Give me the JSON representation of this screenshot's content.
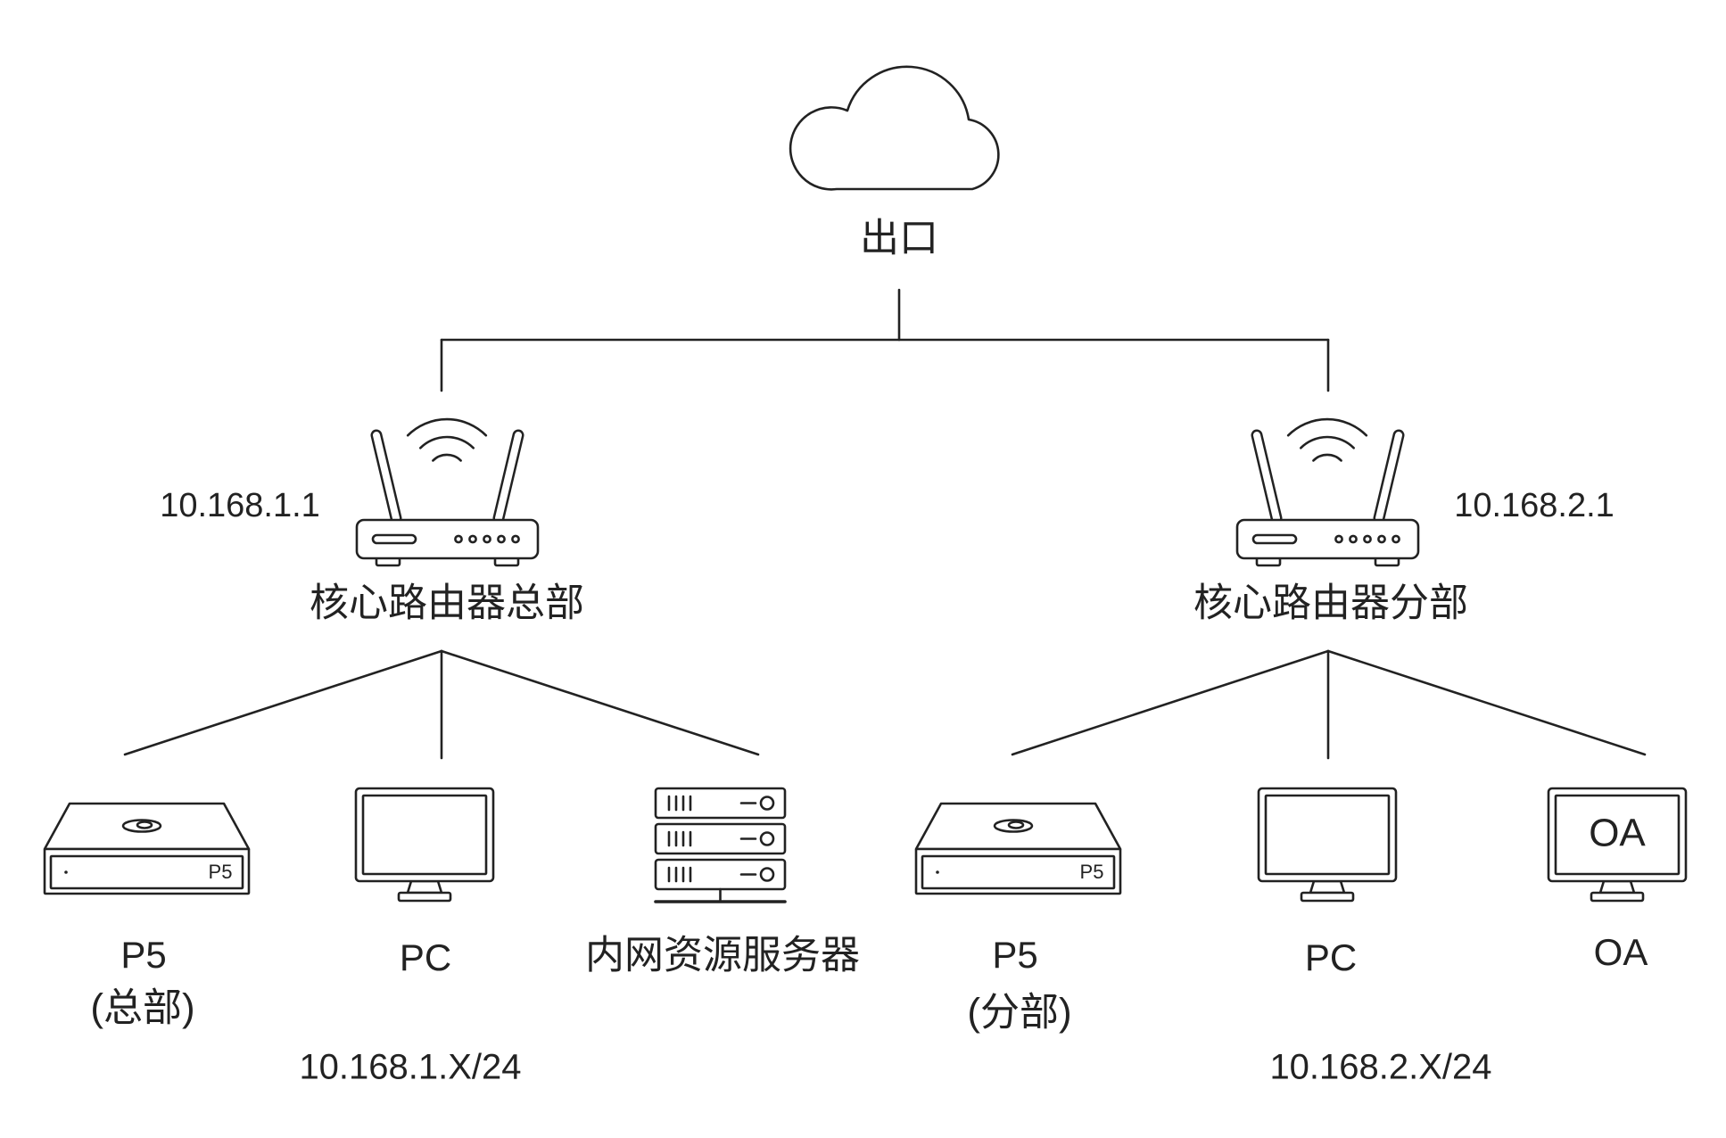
{
  "colors": {
    "ink": "#222222",
    "background": "#ffffff"
  },
  "internet": {
    "label": "出口",
    "icon": "cloud-icon"
  },
  "routers": [
    {
      "name": "核心路由器总部",
      "ip": "10.168.1.1",
      "icon": "router-icon"
    },
    {
      "name": "核心路由器分部",
      "ip": "10.168.2.1",
      "icon": "router-icon"
    }
  ],
  "hq": {
    "devices": [
      {
        "label": "P5",
        "sublabel": "(总部)",
        "badge": "P5",
        "icon": "p5-device-icon"
      },
      {
        "label": "PC",
        "icon": "monitor-icon"
      },
      {
        "label": "内网资源服务器",
        "icon": "server-icon"
      }
    ],
    "subnet": "10.168.1.X/24"
  },
  "branch": {
    "devices": [
      {
        "label": "P5",
        "sublabel": "(分部)",
        "badge": "P5",
        "icon": "p5-device-icon"
      },
      {
        "label": "PC",
        "icon": "monitor-icon"
      },
      {
        "label": "OA",
        "screen_text": "OA",
        "icon": "monitor-icon"
      }
    ],
    "subnet": "10.168.2.X/24"
  }
}
